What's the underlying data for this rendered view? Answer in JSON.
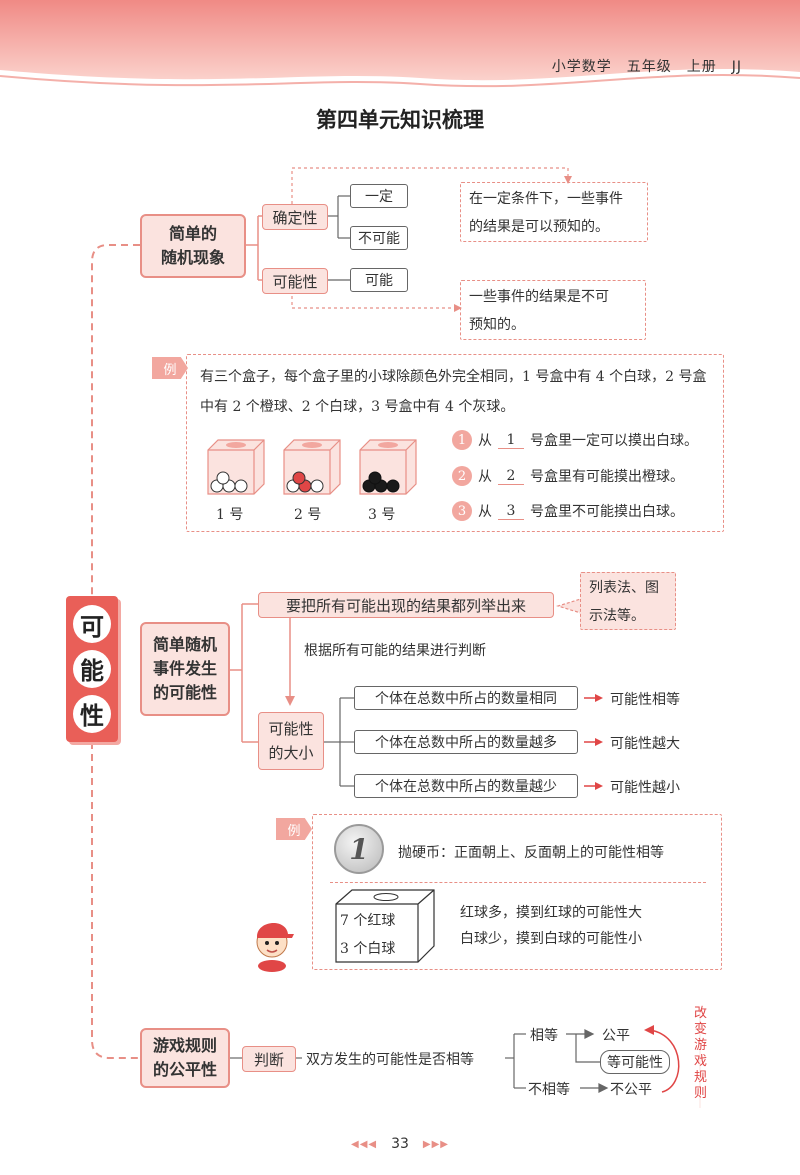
{
  "header": {
    "series": "小学数学　五年级　上册　JJ"
  },
  "title": "第四单元知识梳理",
  "root": {
    "chars": [
      "可",
      "能",
      "性"
    ]
  },
  "branch1": {
    "label": "简单的\n随机现象",
    "certain": {
      "label": "确定性",
      "items": [
        "一定",
        "不可能"
      ],
      "note": "在一定条件下，一些事件\n的结果是可以预知的。"
    },
    "possible": {
      "label": "可能性",
      "items": [
        "可能"
      ],
      "note": "一些事件的结果是不可\n预知的。"
    }
  },
  "example1": {
    "tag": "例",
    "text": "有三个盒子，每个盒子里的小球除颜色外完全相同，1 号盒中有 4 个白球，2 号盒中有 2 个橙球、2 个白球，3 号盒中有 4 个灰球。",
    "boxes": [
      "1 号",
      "2 号",
      "3 号"
    ],
    "answers": [
      {
        "num": "1",
        "pre": "从",
        "blank": "1",
        "post": "号盒里一定可以摸出白球。"
      },
      {
        "num": "2",
        "pre": "从",
        "blank": "2",
        "post": "号盒里有可能摸出橙球。"
      },
      {
        "num": "3",
        "pre": "从",
        "blank": "3",
        "post": "号盒里不可能摸出白球。"
      }
    ]
  },
  "branch2": {
    "label": "简单随机\n事件发生\n的可能性",
    "list_all": "要把所有可能出现的结果都列举出来",
    "methods": "列表法、图\n示法等。",
    "judge_text": "根据所有可能的结果进行判断",
    "size_label": "可能性\n的大小",
    "rules": [
      {
        "cond": "个体在总数中所占的数量相同",
        "result": "可能性相等"
      },
      {
        "cond": "个体在总数中所占的数量越多",
        "result": "可能性越大"
      },
      {
        "cond": "个体在总数中所占的数量越少",
        "result": "可能性越小"
      }
    ]
  },
  "example2": {
    "tag": "例",
    "coin_digit": "1",
    "coin_text": "抛硬币：正面朝上、反面朝上的可能性相等",
    "box_lines": [
      "7 个红球",
      "3 个白球"
    ],
    "lines": [
      "红球多，摸到红球的可能性大",
      "白球少，摸到白球的可能性小"
    ]
  },
  "branch3": {
    "label": "游戏规则\n的公平性",
    "judge": "判断",
    "question": "双方发生的可能性是否相等",
    "equal": "相等",
    "fair": "公平",
    "not_equal": "不相等",
    "unfair": "不公平",
    "make_equal": "等可能性",
    "change_rules": "改变游戏规则"
  },
  "footer": {
    "page": "33",
    "left_arrows": "◀◀◀",
    "right_arrows": "▶▶▶"
  },
  "colors": {
    "accent": "#e88f86",
    "pink_fill": "#fbe3df",
    "deep_red": "#e04646"
  }
}
